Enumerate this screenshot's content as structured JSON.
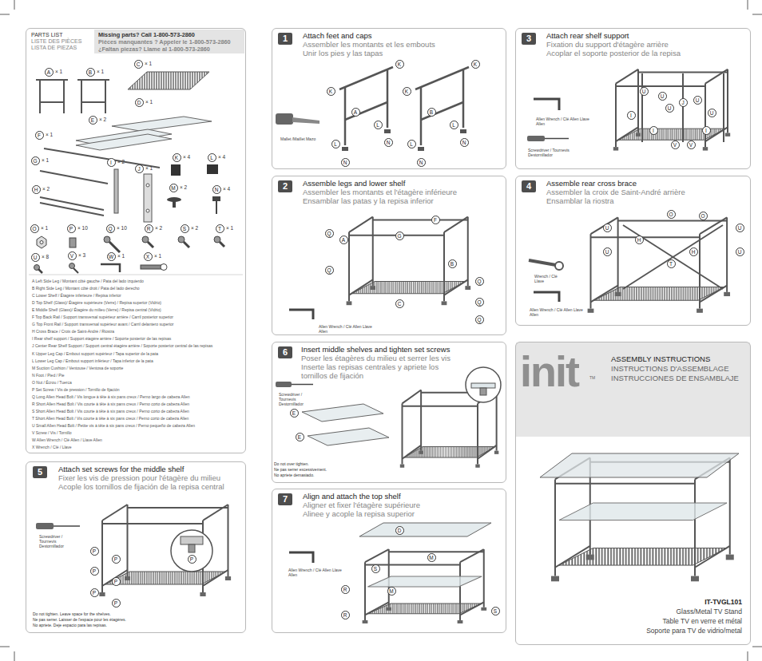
{
  "diagram": {
    "nodes": [
      {
        "text": [
          "PARTS LIST",
          "LISTE DES PIÈCES",
          "LISTA DE PIEZAS",
          "Missing parts? Call 1-800-573-2860",
          "Pièces manquantes ? Appeler le 1-800-573-2860",
          "¿Faltan piezas? Llame al 1-800-573-2860"
        ]
      },
      {
        "text": [
          "5",
          "Attach set screws for the middle shelf",
          "Fixer les vis de pression pour l'étagère du milieu",
          "Acople los tornillos de fijación de la repisa central",
          "Screwdriver / Tournevis Destornillador",
          "Do not tighten. Leave space for the shelves.",
          "Ne pas serrer. Laisser de l'espace pour les étagères.",
          "No apriete. Deje espacio para las repisas."
        ]
      },
      {
        "text": [
          "1",
          "Attach feet and caps",
          "Assembler les montants et les embouts",
          "Unir los pies y las tapas",
          "Mallet /Maillet Mazo"
        ]
      },
      {
        "text": [
          "2",
          "Assemble legs and lower shelf",
          "Assembler les montants et l'étagère inférieure",
          "Ensamblar las patas y la repisa inferior",
          "Allen Wrench / Clé Allen Llave Allen"
        ]
      },
      {
        "text": [
          "6",
          "Insert middle shelves and tighten set screws",
          "Poser les étagères du milieu et serrer les vis",
          "Inserte las repisas centrales y apriete los tornillos de fijación",
          "Screwdriver / Tournevis Destornillador",
          "Do not over tighten.",
          "Ne pas serrer excessivement.",
          "No apriete demasiado."
        ]
      },
      {
        "text": [
          "7",
          "Align and attach the top shelf",
          "Aligner et fixer l'étagère supérieure",
          "Alinee y acople la repisa superior",
          "Allen Wrench / Clé Allen Llave Allen"
        ]
      },
      {
        "text": [
          "3",
          "Attach rear shelf support",
          "Fixation du support d'étagère arrière",
          "Acoplar el soporte posterior de la repisa",
          "Allen Wrench / Clé Allen Llave Allen",
          "Screwdriver / Tournevis Destornillador"
        ]
      },
      {
        "text": [
          "4",
          "Assemble rear cross brace",
          "Assembler la croix de Saint-André arrière",
          "Ensamblar la riostra",
          "Wrench / Clé Llave",
          "Allen Wrench / Clé Allen Llave Allen"
        ]
      },
      {
        "text": [
          "init",
          "ASSEMBLY INSTRUCTIONS",
          "INSTRUCTIONS D'ASSEMBLAGE",
          "INSTRUCCIONES DE ENSAMBLAJE",
          "IT-TVGL101",
          "Glass/Metal TV Stand",
          "Table TV en verre et métal",
          "Soporte para TV de vidrio/metal"
        ]
      }
    ],
    "labels": [
      "A Left Side Leg / Montant côté gauche / Pata del lado izquierdo",
      "B Right Side Leg / Montant côté droit / Pata del lado derecho",
      "C Lower Shelf / Étagère inférieure / Repisa inferior",
      "D Top Shelf (Glass)/ Étagère supérieure (Verre) / Repisa superior (Vidrio)",
      "E Middle Shelf (Glass)/ Étagère du milieu (Verre) / Repisa central (Vidrio)",
      "F Top Back Rail / Support transversal supérieur arrière / Carril posterior superior",
      "G Top Front Rail / Support transversal supérieur avant / Carril delantero superior",
      "H Cross Brace / Croix de Saint-André / Riostra",
      "I Rear shelf support / Support étagère arrière / Soporte posterior de las repisas",
      "J Center Rear Shelf Support / Support central étagère arrière / Soporte posterior central de las repisas",
      "K Upper Leg Cap / Embout support supérieur / Tapa superior de la pata",
      "L Lower Leg Cap / Embout support inférieur / Tapa inferior de la pata",
      "M Suction Cushion / Ventouse / Ventosa de soporte",
      "N Foot / Pied / Pie",
      "O Nut / Écrou / Tuerca",
      "P Set Screw / Vis de pression / Tornillo de fijación",
      "Q Long Allen Head Bolt / Vis longue à tête à six pans creux / Perno largo de cabeza Allen",
      "R Short Allen Head Bolt / Vis courte à tête à six pans creux / Perno corto de cabeza Allen",
      "S Short Allen Head Bolt / Vis courte à tête à six pans creux / Perno corto de cabeza Allen",
      "T Short Allen Head Bolt / Vis courte à tête à six pans creux / Perno corto de cabeza Allen",
      "U Small Allen Head Bolt / Petite vis à tête à six pans creux / Perno pequeño de cabeza Allen",
      "V Screw / Vis / Tornillo",
      "W Allen Wrench / Clé Allen / Llave Allen",
      "X Wrench / Clé / Llave",
      "A",
      "× 1",
      "B",
      "× 1",
      "C",
      "× 1",
      "D",
      "× 1",
      "E",
      "× 2",
      "F",
      "× 1",
      "G",
      "× 1",
      "H",
      "× 2",
      "I",
      "× 2",
      "J",
      "× 1",
      "K",
      "× 4",
      "L",
      "× 4",
      "M",
      "× 2",
      "N",
      "× 4",
      "O",
      "× 1",
      "P",
      "× 10",
      "Q",
      "× 10",
      "R",
      "× 2",
      "S",
      "× 2",
      "T",
      "× 1",
      "U",
      "× 8",
      "V",
      "× 3",
      "W",
      "× 1",
      "X",
      "× 1",
      "K",
      "K",
      "K",
      "K",
      "A",
      "B",
      "L",
      "L",
      "L",
      "L",
      "N",
      "N",
      "N",
      "N",
      "A",
      "Q",
      "F",
      "G",
      "B",
      "Q",
      "Q",
      "Q",
      "C",
      "Q",
      "U",
      "U",
      "U",
      "U",
      "U",
      "I",
      "I",
      "I",
      "J",
      "V",
      "V",
      "O",
      "H",
      "O",
      "U",
      "U",
      "T",
      "H",
      "U",
      "U",
      "P",
      "P",
      "P",
      "P",
      "P",
      "P",
      "P",
      "E",
      "E",
      "D",
      "S",
      "M",
      "M",
      "R",
      "R",
      "S",
      "TM"
    ]
  }
}
